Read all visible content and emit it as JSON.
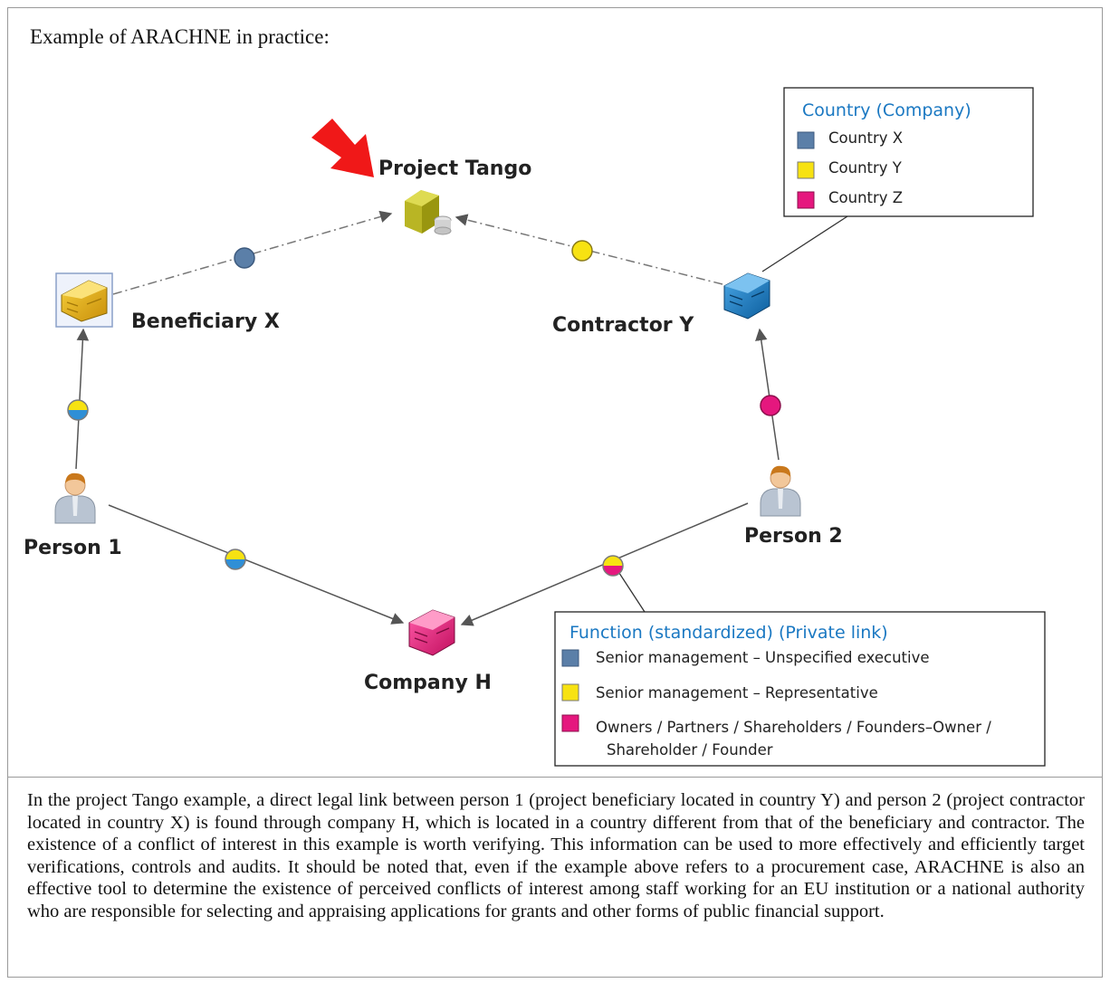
{
  "intro": "Example of ARACHNE in practice:",
  "nodes": {
    "project": "Project Tango",
    "beneficiary": "Beneficiary X",
    "contractor": "Contractor Y",
    "person1": "Person 1",
    "person2": "Person 2",
    "company": "Company H"
  },
  "colors": {
    "country_x": "#5b7fa8",
    "country_y": "#f7e212",
    "country_z": "#e5177e",
    "arrow": "#f01818",
    "legend_title": "#1a78c2"
  },
  "legend_country": {
    "title": "Country (Company)",
    "items": [
      "Country X",
      "Country Y",
      "Country Z"
    ]
  },
  "legend_function": {
    "title": "Function (standardized) (Private link)",
    "items": [
      "Senior management – Unspecified executive",
      "Senior management – Representative",
      "Owners / Partners / Shareholders / Founders–Owner /",
      "Shareholder / Founder"
    ]
  },
  "paragraph": "In the project Tango example, a direct legal link between person 1 (project beneficiary located in country Y) and person 2 (project contractor located in country X) is found through company H, which is located in a country different from that of the beneficiary and contractor. The existence of a conflict of interest in this example is worth verifying. This information can be used to more effectively and efficiently target verifications, controls and audits. It should be noted that, even if the example above refers to a procurement case, ARACHNE is also an effective tool to determine the existence of perceived conflicts of interest among staff working for an EU institution or a national authority who are responsible for selecting and appraising applications for grants and other forms of public financial support."
}
